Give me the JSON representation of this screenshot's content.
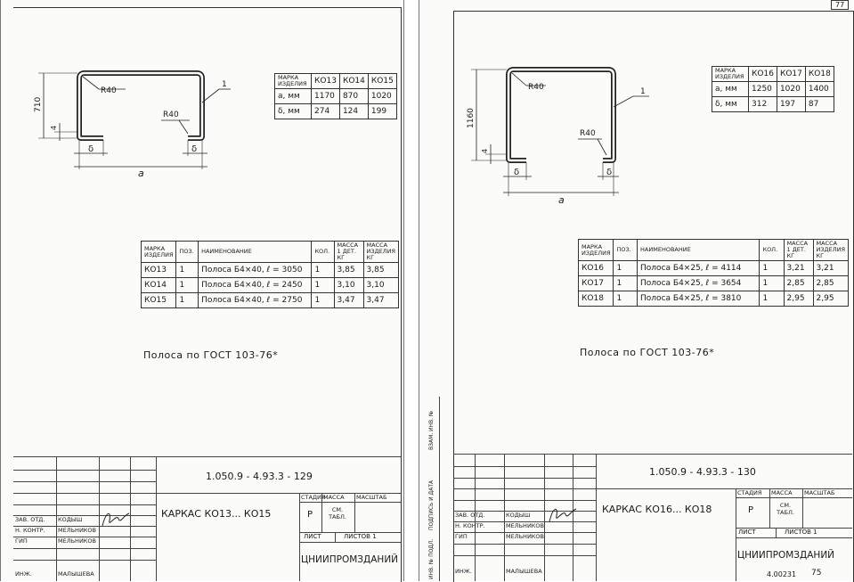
{
  "left": {
    "drawing": {
      "label_R40_top": "R40",
      "label_R40_right": "R40",
      "label_710": "710",
      "label_4": "4",
      "label_d1": "δ",
      "label_d2": "δ",
      "label_a": "a",
      "label_pos": "1"
    },
    "dim_table": {
      "header": [
        "МАРКА ИЗДЕЛИЯ",
        "КО13",
        "КО14",
        "КО15"
      ],
      "rows": [
        [
          "a, мм",
          "1170",
          "870",
          "1020"
        ],
        [
          "δ, мм",
          "274",
          "124",
          "199"
        ]
      ]
    },
    "spec_table": {
      "header": [
        "МАРКА ИЗДЕЛИЯ",
        "ПОЗ.",
        "НАИМЕНОВАНИЕ",
        "КОЛ.",
        "МАССА 1 ДЕТ. КГ",
        "МАССА ИЗДЕЛИЯ КГ"
      ],
      "rows": [
        [
          "КО13",
          "1",
          "Полоса Б4×40, ℓ = 3050",
          "1",
          "3,85",
          "3,85"
        ],
        [
          "КО14",
          "1",
          "Полоса Б4×40, ℓ = 2450",
          "1",
          "3,10",
          "3,10"
        ],
        [
          "КО15",
          "1",
          "Полоса Б4×40, ℓ = 2750",
          "1",
          "3,47",
          "3,47"
        ]
      ]
    },
    "note": "Полоса по ГОСТ 103-76*",
    "stamp": {
      "code": "1.050.9 - 4.93.3 - 129",
      "title": "КАРКАС КО13... КО15",
      "stage_h": "СТАДИЯ",
      "mass_h": "МАССА",
      "scale_h": "МАСШТАБ",
      "stage": "Р",
      "mass": "СМ. ТАБЛ.",
      "sheet": "ЛИСТ",
      "sheets": "ЛИСТОВ 1",
      "org": "ЦНИИПРОМЗДАНИЙ",
      "people": [
        [
          "ЗАВ. ОТД.",
          "КОДЫШ"
        ],
        [
          "Н. КОНТР.",
          "МЕЛЬНИКОВ"
        ],
        [
          "ГИП",
          "МЕЛЬНИКОВ"
        ],
        [
          "",
          ""
        ],
        [
          "ИНЖ.",
          "МАЛЫШЕВА"
        ]
      ]
    }
  },
  "right": {
    "page_no": "77",
    "drawing": {
      "label_R40_top": "R40",
      "label_R40_right": "R40",
      "label_1160": "1160",
      "label_4": "4",
      "label_d1": "δ",
      "label_d2": "δ",
      "label_a": "a",
      "label_pos": "1"
    },
    "dim_table": {
      "header": [
        "МАРКА ИЗДЕЛИЯ",
        "КО16",
        "КО17",
        "КО18"
      ],
      "rows": [
        [
          "a, мм",
          "1250",
          "1020",
          "1400"
        ],
        [
          "δ, мм",
          "312",
          "197",
          "87"
        ]
      ]
    },
    "spec_table": {
      "header": [
        "МАРКА ИЗДЕЛИЯ",
        "ПОЗ.",
        "НАИМЕНОВАНИЕ",
        "КОЛ.",
        "МАССА 1 ДЕТ. КГ",
        "МАССА ИЗДЕЛИЯ КГ"
      ],
      "rows": [
        [
          "КО16",
          "1",
          "Полоса Б4×25, ℓ = 4114",
          "1",
          "3,21",
          "3,21"
        ],
        [
          "КО17",
          "1",
          "Полоса Б4×25, ℓ = 3654",
          "1",
          "2,85",
          "2,85"
        ],
        [
          "КО18",
          "1",
          "Полоса Б4×25, ℓ = 3810",
          "1",
          "2,95",
          "2,95"
        ]
      ]
    },
    "note": "Полоса по ГОСТ 103-76*",
    "side_labels": [
      "ИНВ. № ПОДЛ.",
      "ПОДПИСЬ И ДАТА",
      "ВЗАМ. ИНВ. №"
    ],
    "stamp": {
      "code": "1.050.9 - 4.93.3 - 130",
      "title": "КАРКАС КО16... КО18",
      "stage_h": "СТАДИЯ",
      "mass_h": "МАССА",
      "scale_h": "МАСШТАБ",
      "stage": "Р",
      "mass": "СМ. ТАБЛ.",
      "sheet": "ЛИСТ",
      "sheets": "ЛИСТОВ 1",
      "org": "ЦНИИПРОМЗДАНИЙ",
      "people": [
        [
          "ЗАВ. ОТД.",
          "КОДЫШ"
        ],
        [
          "Н. КОНТР.",
          "МЕЛЬНИКОВ"
        ],
        [
          "ГИП",
          "МЕЛЬНИКОВ"
        ],
        [
          "",
          ""
        ],
        [
          "ИНЖ.",
          "МАЛЫШЕВА"
        ]
      ],
      "footer_code": "4.00231",
      "footer_no": "75"
    }
  }
}
